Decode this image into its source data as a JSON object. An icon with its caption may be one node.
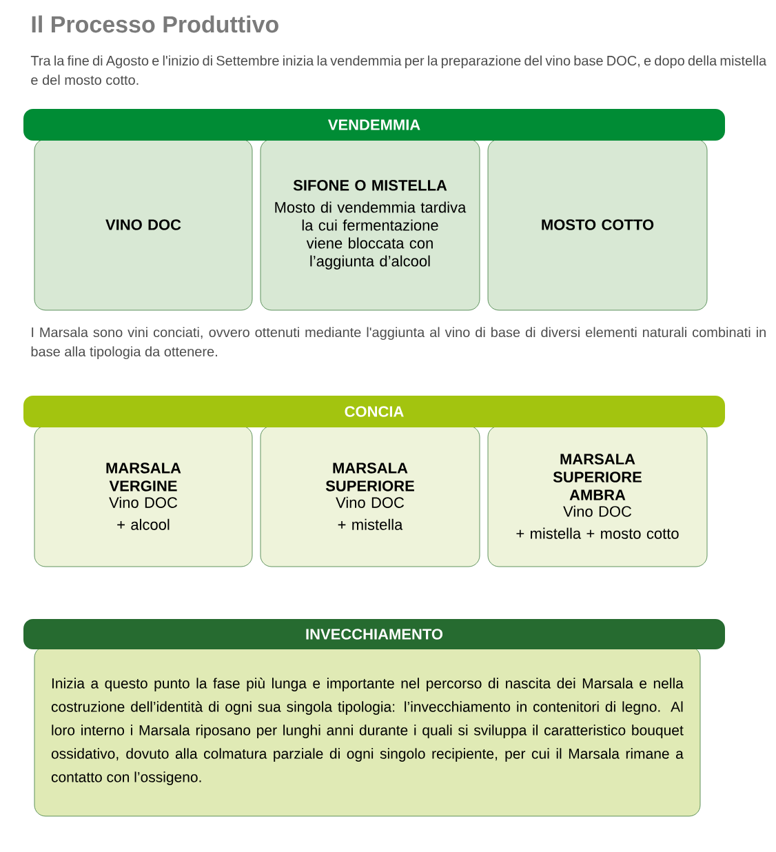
{
  "diagram": {
    "title": "Il Processo Produttivo",
    "nodes": [
      {
        "text": [
          "VENDEMMIA"
        ]
      },
      {
        "text": [
          "VINO DOC"
        ]
      },
      {
        "text": [
          "SIFONE O MISTELLA",
          "Mosto di vendemmia tardiva la cui fermentazione viene bloccata con l’aggiunta d’alcool"
        ]
      },
      {
        "text": [
          "MOSTO COTTO"
        ]
      },
      {
        "text": [
          "CONCIA"
        ]
      },
      {
        "text": [
          "MARSALA VERGINE",
          "Vino DOC",
          "+ alcool"
        ]
      },
      {
        "text": [
          "MARSALA SUPERIORE",
          "Vino DOC",
          "+ mistella"
        ]
      },
      {
        "text": [
          "MARSALA SUPERIORE AMBRA",
          "Vino DOC",
          "+ mistella + mosto cotto"
        ]
      },
      {
        "text": [
          "INVECCHIAMENTO"
        ]
      },
      {
        "text": [
          "Inizia a questo punto la fase più lunga e importante nel percorso di nascita dei Marsala e nella costruzione dell’identità di ogni sua singola tipologia: l’invecchiamento in contenitori di legno. Al loro interno i Marsala riposano per lunghi anni durante i quali si sviluppa il caratteristico bouquet ossidativo, dovuto alla colmatura parziale di ogni singolo recipiente, per cui il Marsala rimane a contatto con l’ossigeno."
        ]
      }
    ],
    "labels": [
      "Tra la fine di Agosto e l'inizio di Settembre inizia la vendemmia per la preparazione del vino base DOC, e dopo della mistella e del mosto cotto.",
      "I Marsala sono vini conciati, ovvero ottenuti mediante l'aggiunta al vino di base di diversi elementi naturali combinati in base alla tipologia da ottenere."
    ]
  }
}
